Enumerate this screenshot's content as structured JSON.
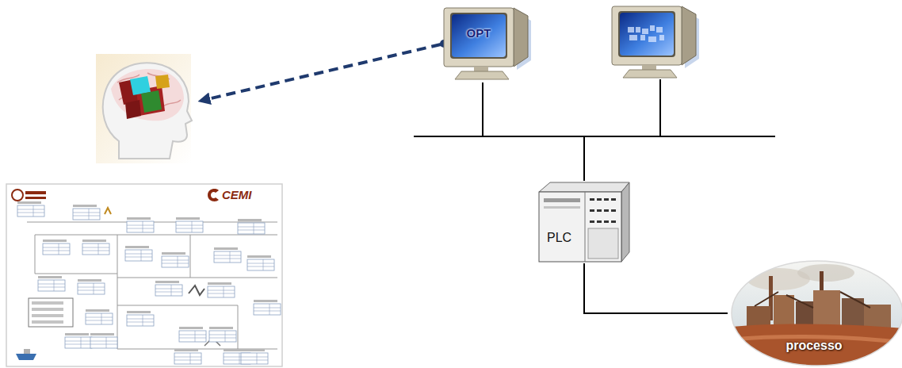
{
  "diagram": {
    "nodes": [
      {
        "text": [
          "OPT"
        ]
      },
      {
        "text": [
          "PLC"
        ]
      },
      {
        "text": [
          "processo"
        ]
      }
    ],
    "edges": [
      {
        "from": 0,
        "to": 1,
        "arrow": "none"
      },
      {
        "from": 1,
        "to": 2,
        "arrow": "none"
      }
    ],
    "labels": [
      "CEMI"
    ]
  }
}
